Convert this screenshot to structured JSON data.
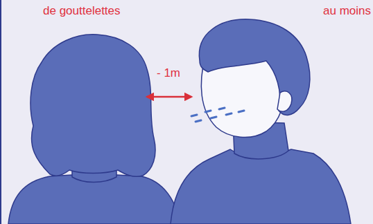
{
  "diagram": {
    "labels": [
      "de gouttelettes",
      "au moins",
      "- 1m"
    ]
  }
}
